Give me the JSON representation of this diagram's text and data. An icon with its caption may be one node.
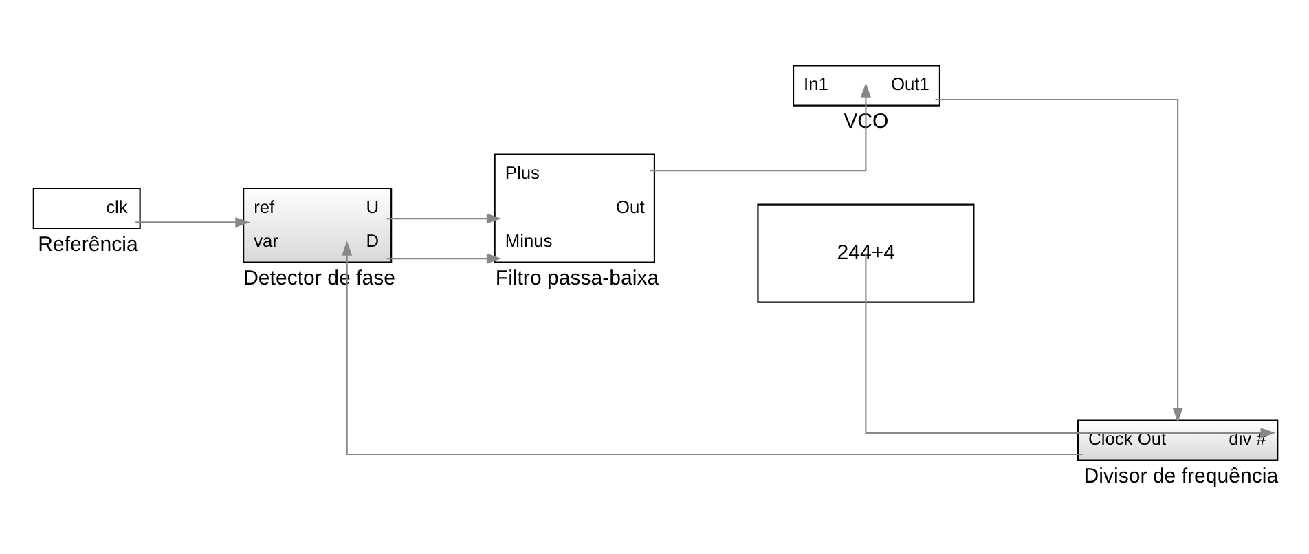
{
  "diagram": {
    "nodes": [
      {
        "text": [
          "clk"
        ],
        "beside": [
          "Referência"
        ]
      },
      {
        "text": [
          "ref",
          "var",
          "U",
          "D"
        ],
        "beside": [
          "Detector de fase"
        ]
      },
      {
        "text": [
          "Plus",
          "Minus",
          "Out"
        ],
        "beside": [
          "Filtro passa-baixa"
        ]
      },
      {
        "text": [
          "In1",
          "Out1"
        ],
        "beside": [
          "VCO"
        ]
      },
      {
        "text": [
          "Clock Out",
          "div #"
        ],
        "beside": [
          "Divisor de frequência"
        ]
      },
      {
        "text": [
          "244+4"
        ]
      }
    ],
    "edges": [
      {
        "from": 0,
        "to": 1,
        "arrow": "to"
      },
      {
        "from": 1,
        "to": 2,
        "arrow": "to"
      },
      {
        "from": 1,
        "to": 2,
        "arrow": "to"
      },
      {
        "from": 2,
        "to": 3,
        "arrow": "to"
      },
      {
        "from": 3,
        "to": 4,
        "arrow": "to"
      },
      {
        "from": 5,
        "to": 4,
        "arrow": "to"
      },
      {
        "from": 4,
        "to": 1,
        "arrow": "to"
      }
    ]
  }
}
